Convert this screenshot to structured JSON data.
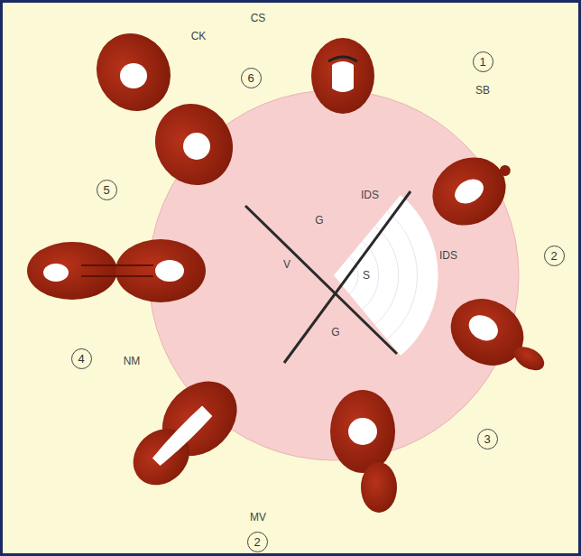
{
  "diagram": {
    "nodes": [
      {
        "text": [
          "1"
        ]
      },
      {
        "text": [
          "2"
        ]
      },
      {
        "text": [
          "3"
        ]
      },
      {
        "text": [
          "2"
        ]
      },
      {
        "text": [
          "4"
        ]
      },
      {
        "text": [
          "5"
        ]
      },
      {
        "text": [
          "6"
        ]
      }
    ],
    "labels": [
      "CS",
      "CK",
      "SB",
      "IDS",
      "IDS",
      "G",
      "V",
      "S",
      "G",
      "NM",
      "MV"
    ]
  }
}
